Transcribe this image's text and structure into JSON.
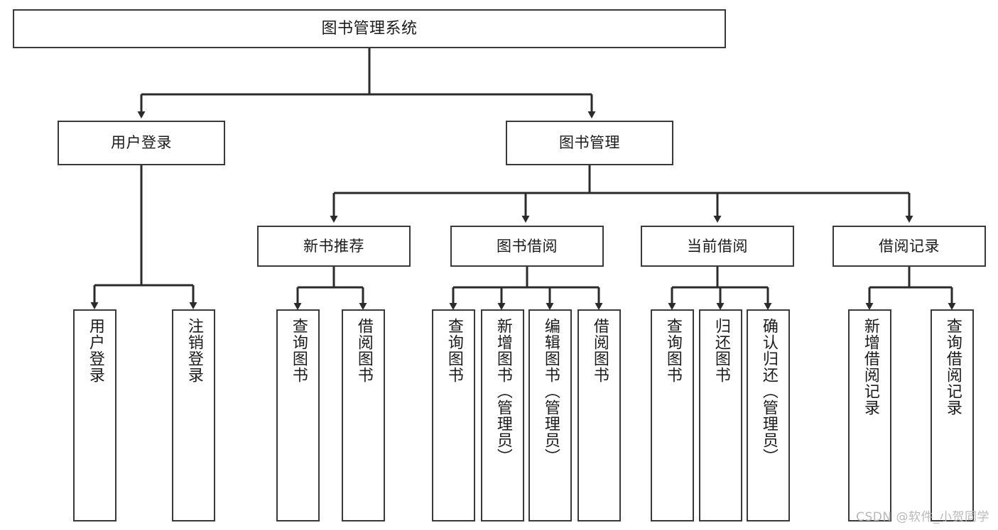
{
  "diagram": {
    "title": "图书管理系统",
    "type": "tree-hierarchy",
    "orientation": "top-down",
    "colors": {
      "background": "#ffffff",
      "box_border": "#3a3a3a",
      "box_fill": "#ffffff",
      "text": "#1b1b1b",
      "connector": "#2b2b2b",
      "watermark": "#b9b9b9"
    }
  },
  "root": {
    "label": "图书管理系统"
  },
  "level2": [
    {
      "label": "用户登录"
    },
    {
      "label": "图书管理"
    }
  ],
  "level3": [
    {
      "label": "新书推荐"
    },
    {
      "label": "图书借阅"
    },
    {
      "label": "当前借阅"
    },
    {
      "label": "借阅记录"
    }
  ],
  "leaves": {
    "user_login": [
      {
        "label": "用户登录"
      },
      {
        "label": "注销登录"
      }
    ],
    "new_book_recommend": [
      {
        "label": "查询图书"
      },
      {
        "label": "借阅图书"
      }
    ],
    "book_borrow": [
      {
        "label": "查询图书"
      },
      {
        "label": "新增图书（管理员）"
      },
      {
        "label": "编辑图书（管理员）"
      },
      {
        "label": "借阅图书"
      }
    ],
    "current_borrow": [
      {
        "label": "查询图书"
      },
      {
        "label": "归还图书"
      },
      {
        "label": "确认归还（管理员）"
      }
    ],
    "borrow_record": [
      {
        "label": "新增借阅记录"
      },
      {
        "label": "查询借阅记录"
      }
    ]
  },
  "watermark": {
    "text": "CSDN @软件_小贺同学"
  }
}
